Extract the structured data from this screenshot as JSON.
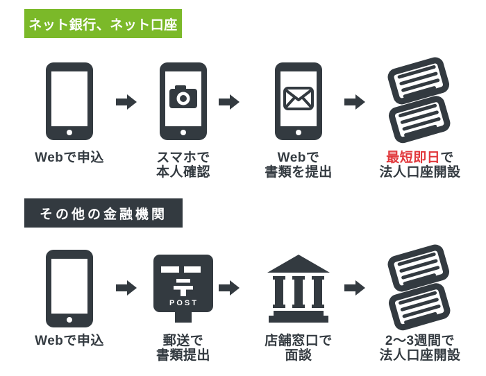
{
  "colors": {
    "dark": "#333a40",
    "green": "#7bb929",
    "red": "#e1383c",
    "white": "#ffffff"
  },
  "sections": [
    {
      "header": "ネット銀行、ネット口座",
      "steps": [
        {
          "icon": "smartphone",
          "line1": "Webで申込"
        },
        {
          "icon": "smartphone-camera",
          "line1": "スマホで",
          "line2": "本人確認"
        },
        {
          "icon": "smartphone-mail",
          "line1": "Webで",
          "line2": "書類を提出"
        },
        {
          "icon": "documents",
          "line1_red": "最短即日",
          "line1_black": "で",
          "line2": "法人口座開設"
        }
      ]
    },
    {
      "header": "その他の金融機関",
      "steps": [
        {
          "icon": "smartphone",
          "line1": "Webで申込"
        },
        {
          "icon": "postbox",
          "post_label": "POST",
          "line1": "郵送で",
          "line2": "書類提出"
        },
        {
          "icon": "bank",
          "line1": "店舗窓口で",
          "line2": "面談"
        },
        {
          "icon": "documents",
          "line1": "2〜3週間で",
          "line2": "法人口座開設"
        }
      ]
    }
  ]
}
